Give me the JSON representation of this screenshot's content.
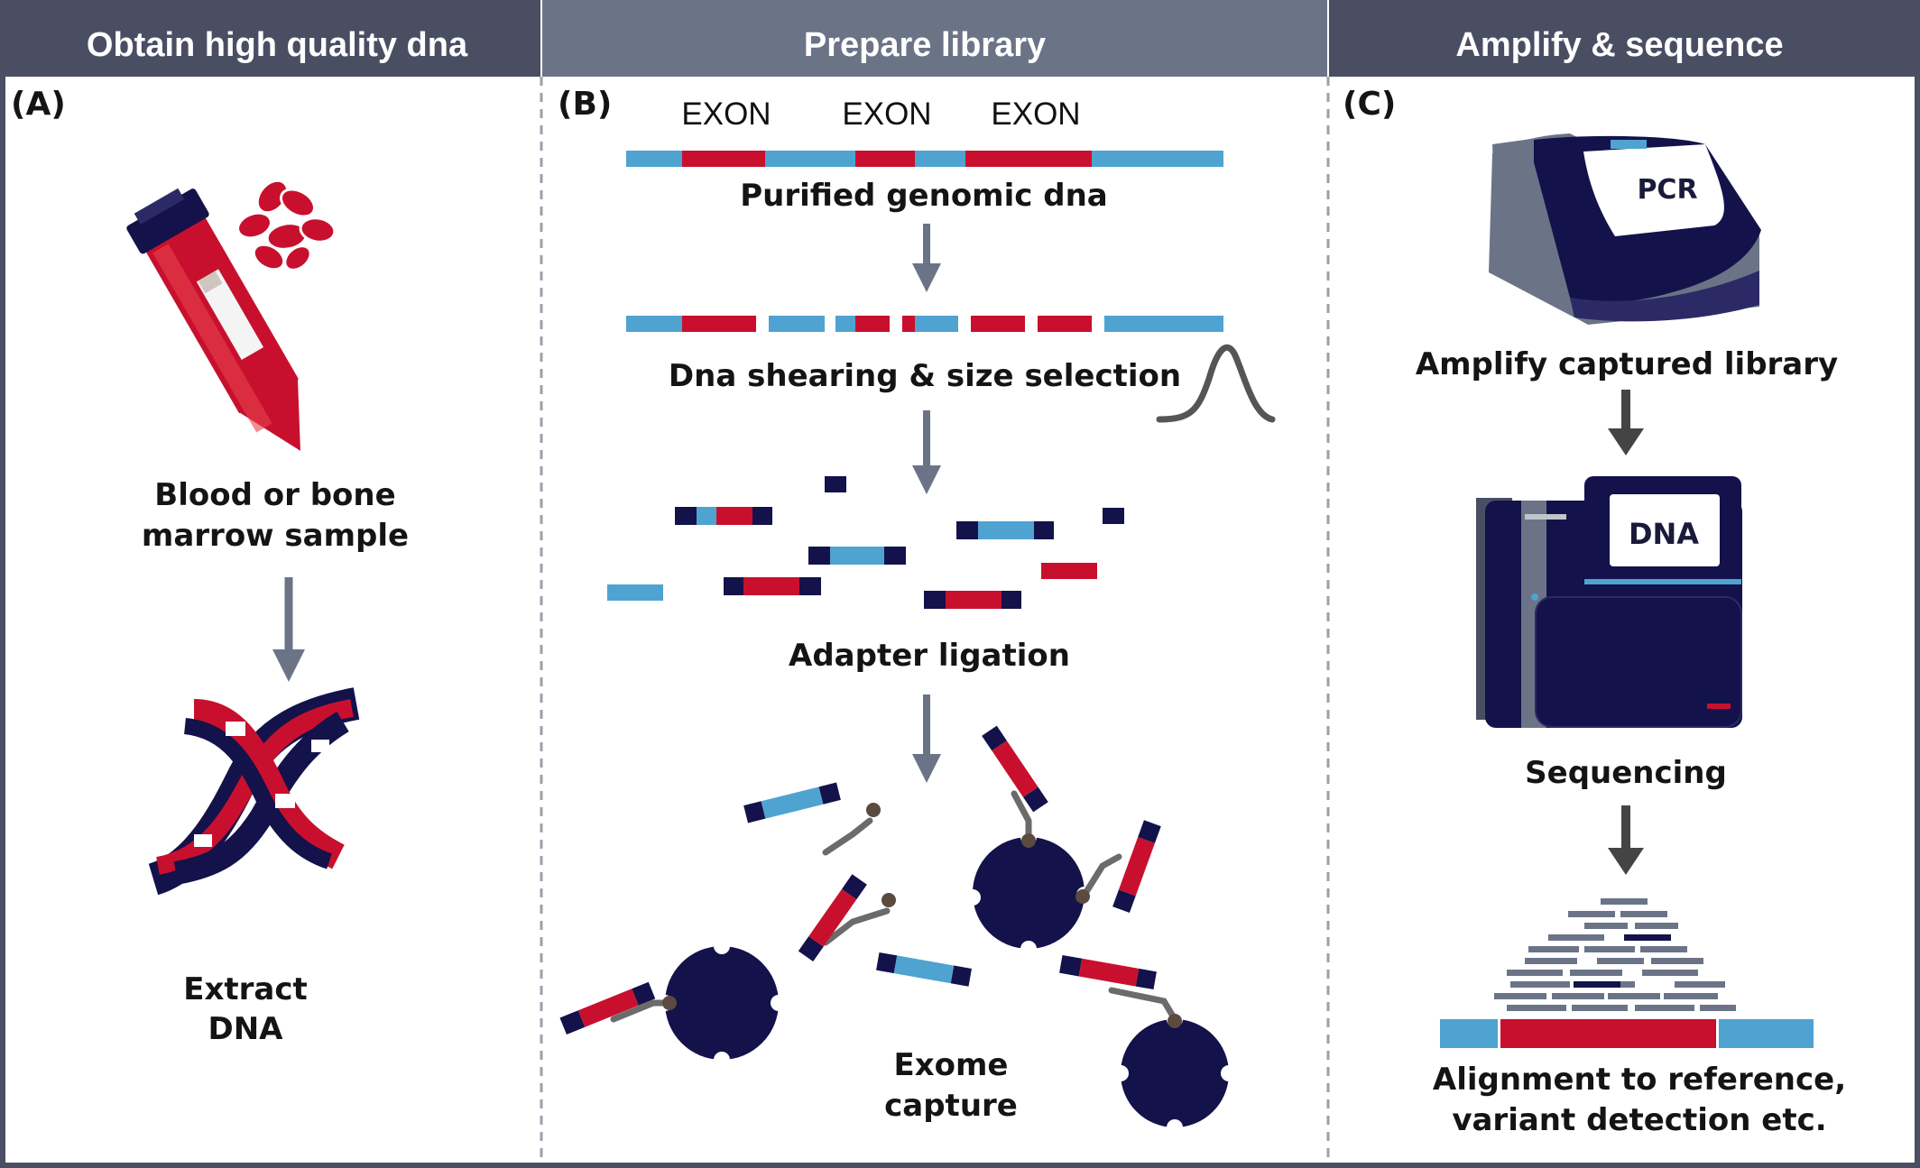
{
  "headers": {
    "a": "Obtain high quality dna",
    "b": "Prepare library",
    "c": "Amplify & sequence"
  },
  "panels": {
    "a": "(A)",
    "b": "(B)",
    "c": "(C)"
  },
  "exon_label": "EXON",
  "labels": {
    "blood_1": "Blood or bone",
    "blood_2": "marrow sample",
    "extract_1": "Extract",
    "extract_2": "DNA",
    "purified": "Purified genomic dna",
    "shearing": "Dna shearing & size selection",
    "adapter": "Adapter ligation",
    "exome_1": "Exome",
    "exome_2": "capture",
    "amplify": "Amplify captured library",
    "sequencing": "Sequencing",
    "align_1": "Alignment to reference,",
    "align_2": "variant detection etc."
  },
  "devices": {
    "pcr": "PCR",
    "sequencer": "DNA"
  },
  "colors": {
    "header_dark": "#4a4e63",
    "header_mid": "#6b7487",
    "navy": "#14124a",
    "red": "#c8102e",
    "blue": "#4fa3d1",
    "gray_arrow": "#6b7487",
    "dark_arrow": "#444444",
    "probe": "#6b6b6b"
  }
}
